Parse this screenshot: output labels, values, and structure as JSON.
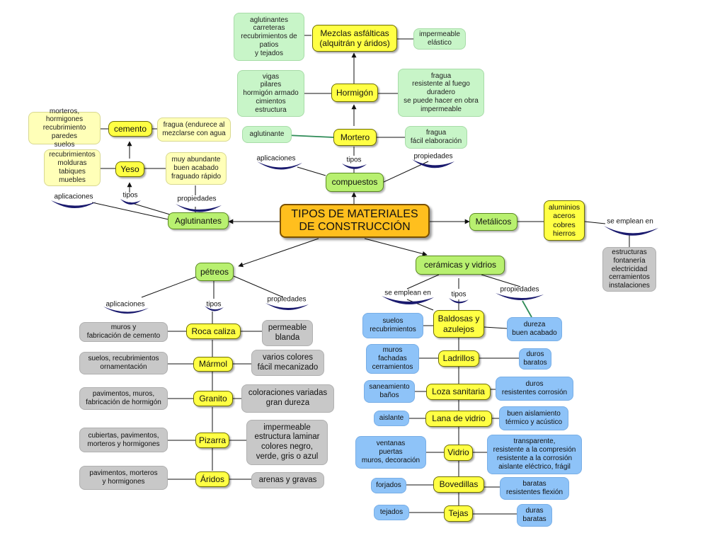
{
  "main": "TIPOS DE MATERIALES\nDE CONSTRUCCIÓN",
  "categories": {
    "aglutinantes": "Aglutinantes",
    "metalicos": "Metálicos",
    "petreos": "pétreos",
    "ceramicas": "cerámicas y vidrios",
    "compuestos": "compuestos"
  },
  "compuestos": {
    "mezclas": "Mezclas asfálticas\n(alquitrán y áridos)",
    "mezclas_apps": "aglutinantes\ncarreteras\nrecubrimientos de\npatios\ny tejados",
    "mezclas_props": "impermeable\nelástico",
    "hormigon": "Hormigón",
    "hormigon_apps": "vigas\npilares\nhormigón armado\ncimientos\nestructura",
    "hormigon_props": "fragua\nresistente al fuego\nduradero\nse puede hacer en obra\nimpermeable",
    "mortero": "Mortero",
    "mortero_apps": "aglutinante",
    "mortero_props": "fragua\nfácil elaboración"
  },
  "aglutinantes": {
    "cemento": "cemento",
    "cemento_apps": "morteros, hormigones\nrecubrimiento paredes\nsuelos",
    "cemento_props": "fragua (endurece al\nmezclarse con agua",
    "yeso": "Yeso",
    "yeso_apps": "recubrimientos\nmolduras\ntabiques\nmuebles",
    "yeso_props": "muy abundante\nbuen acabado\nfraguado rápido"
  },
  "metalicos": {
    "items": "aluminios\naceros\ncobres\nhierros",
    "uses": "estructuras\nfontanería\nelectricidad\ncerramientos\ninstalaciones"
  },
  "petreos": [
    {
      "name": "Roca caliza",
      "apps": "muros y\nfabricación de cemento",
      "props": "permeable\nblanda"
    },
    {
      "name": "Mármol",
      "apps": "suelos, recubrimientos\nornamentación",
      "props": "varios colores\nfácil mecanizado"
    },
    {
      "name": "Granito",
      "apps": "pavimentos, muros,\nfabricación de hormigón",
      "props": "coloraciones variadas\ngran dureza"
    },
    {
      "name": "Pizarra",
      "apps": "cubiertas, pavimentos,\nmorteros y hormigones",
      "props": "impermeable\nestructura laminar\ncolores negro,\nverde, gris o azul"
    },
    {
      "name": "Áridos",
      "apps": "pavimentos, morteros\ny hormigones",
      "props": "arenas y gravas"
    }
  ],
  "ceramicas": [
    {
      "name": "Baldosas y\nazulejos",
      "apps": "suelos\nrecubrimientos",
      "props": "dureza\nbuen acabado"
    },
    {
      "name": "Ladrillos",
      "apps": "muros\nfachadas\ncerramientos",
      "props": "duros\nbaratos"
    },
    {
      "name": "Loza sanitaria",
      "apps": "saneamiento\nbaños",
      "props": "duros\nresistentes corrosión"
    },
    {
      "name": "Lana de vidrio",
      "apps": "aislante",
      "props": "buen aislamiento\ntérmico y acústico"
    },
    {
      "name": "Vidrio",
      "apps": "ventanas\npuertas\nmuros, decoración",
      "props": "transparente,\nresistente a la compresión\nresistente a la corrosión\naislante eléctrico, frágil"
    },
    {
      "name": "Bovedillas",
      "apps": "forjados",
      "props": "baratas\nresistentes flexión"
    },
    {
      "name": "Tejas",
      "apps": "tejados",
      "props": "duras\nbaratas"
    }
  ],
  "labels": {
    "aplicaciones": "aplicaciones",
    "tipos": "tipos",
    "propiedades": "propiedades",
    "se_emplean_en": "se emplean en"
  }
}
